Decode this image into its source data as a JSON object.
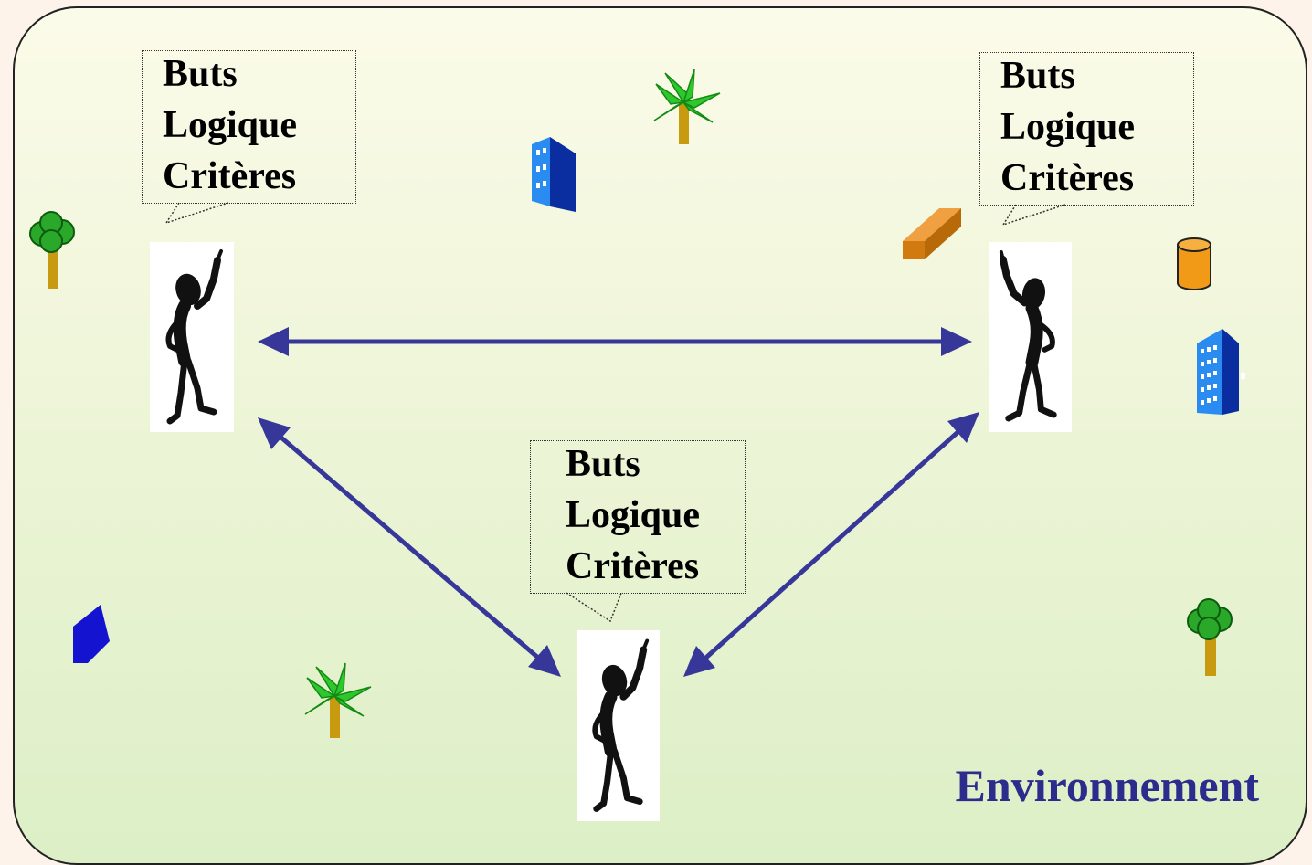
{
  "agents": [
    {
      "id": "agent-left",
      "callout_lines": [
        "Buts",
        "Logique",
        "Critères"
      ]
    },
    {
      "id": "agent-right",
      "callout_lines": [
        "Buts",
        "Logique",
        "Critères"
      ]
    },
    {
      "id": "agent-bottom",
      "callout_lines": [
        "Buts",
        "Logique",
        "Critères"
      ]
    }
  ],
  "environment_label": "Environnement",
  "colors": {
    "arrow": "#37379a",
    "label": "#2c2c8c",
    "tree_trunk": "#c89a10",
    "tree_leaves": "#1fa81f",
    "palm_leaves": "#2ec82e",
    "building": "#2a6fe0",
    "orange_object": "#e08a10"
  },
  "decorations": [
    "palm-tree-icon",
    "building-icon",
    "tree-icon",
    "brick-icon",
    "cylinder-icon",
    "gem-icon"
  ]
}
